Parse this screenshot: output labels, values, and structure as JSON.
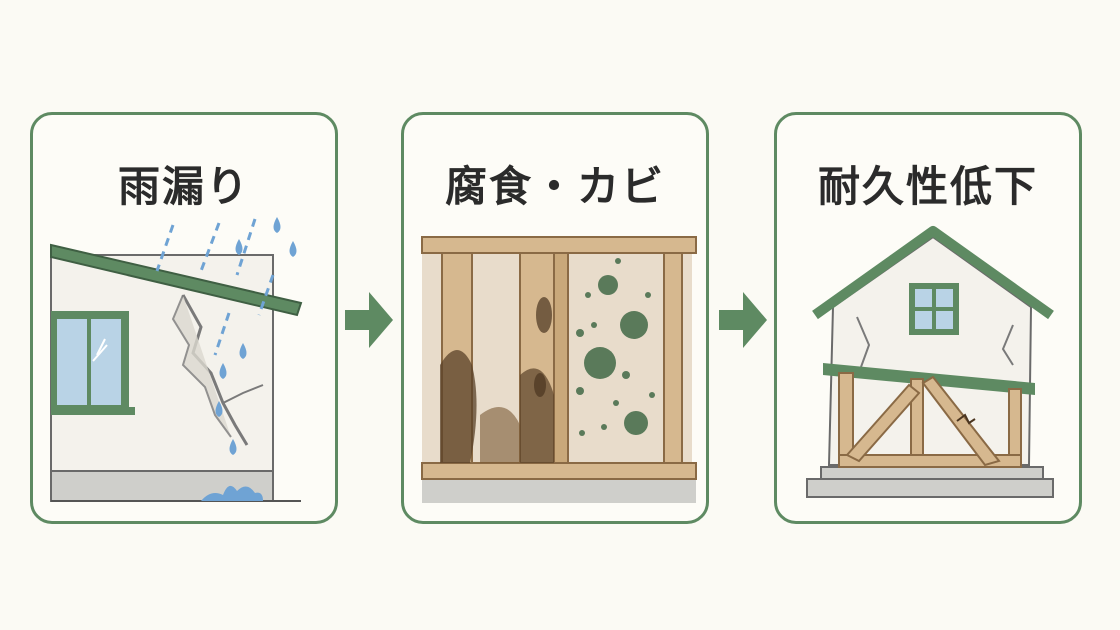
{
  "steps": [
    {
      "title": "雨漏り"
    },
    {
      "title": "腐食・カビ"
    },
    {
      "title": "耐久性低下"
    }
  ],
  "colors": {
    "accent_green": "#5e8a62",
    "roof_green": "#5e8a62",
    "water_blue": "#6fa3d4",
    "wood": "#d6b88f",
    "mold": "#5a7a5a",
    "background": "#fbfaf4"
  }
}
